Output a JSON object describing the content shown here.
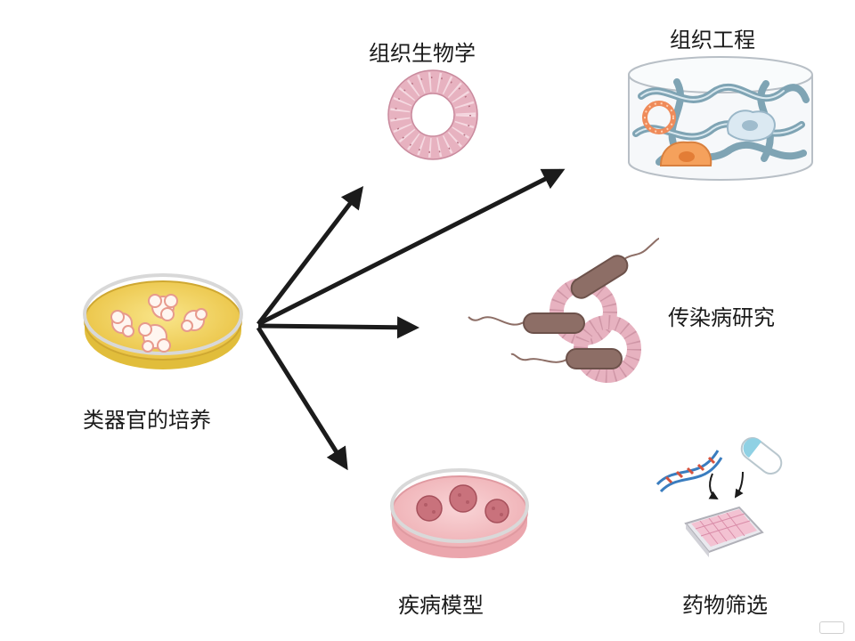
{
  "labels": {
    "organoid_culture": "类器官的培养",
    "tissue_biology": "组织生物学",
    "tissue_engineering": "组织工程",
    "infectious_disease": "传染病研究",
    "disease_model": "疾病模型",
    "drug_screening": "药物筛选"
  },
  "colors": {
    "arrow": "#1b1b1b",
    "yellow_dish": "#f3d35a",
    "pink_dish": "#f4c3c6",
    "tissue_pink": "#eab4c0",
    "bacteria": "#8d6e66",
    "fiber": "#7fa4b4",
    "orange_cell": "#f19b58"
  }
}
